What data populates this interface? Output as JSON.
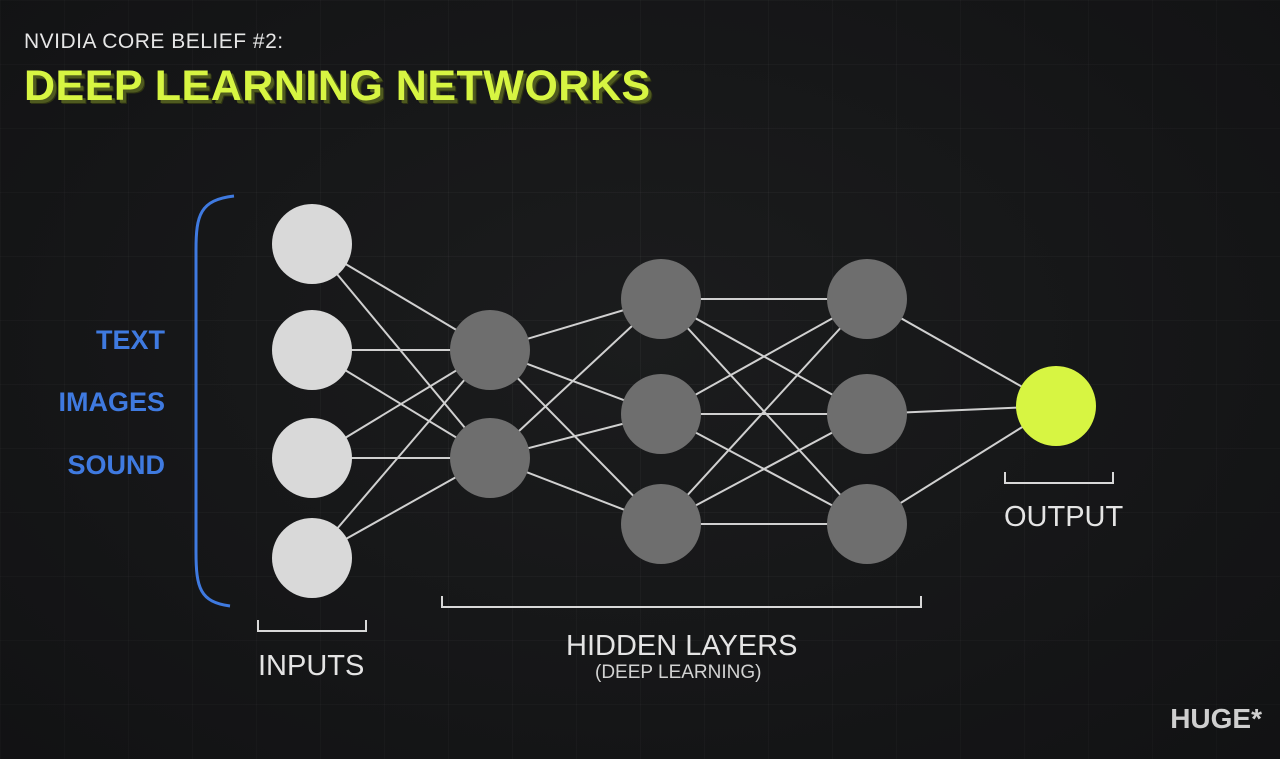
{
  "header": {
    "eyebrow": "NVIDIA CORE BELIEF #2:",
    "title": "DEEP LEARNING NETWORKS"
  },
  "input_types": [
    "TEXT",
    "IMAGES",
    "SOUND"
  ],
  "labels": {
    "inputs": "INPUTS",
    "hidden": "HIDDEN LAYERS",
    "hidden_sub": "(DEEP LEARNING)",
    "output": "OUTPUT"
  },
  "brand": "HUGE*",
  "network": {
    "layers": [
      4,
      2,
      3,
      3,
      1
    ]
  },
  "colors": {
    "input_node": "#d9d9d9",
    "hidden_node": "#6e6e6e",
    "output_node": "#d7f542",
    "accent_blue": "#3f7ae0",
    "edge": "#d0d0d0"
  }
}
